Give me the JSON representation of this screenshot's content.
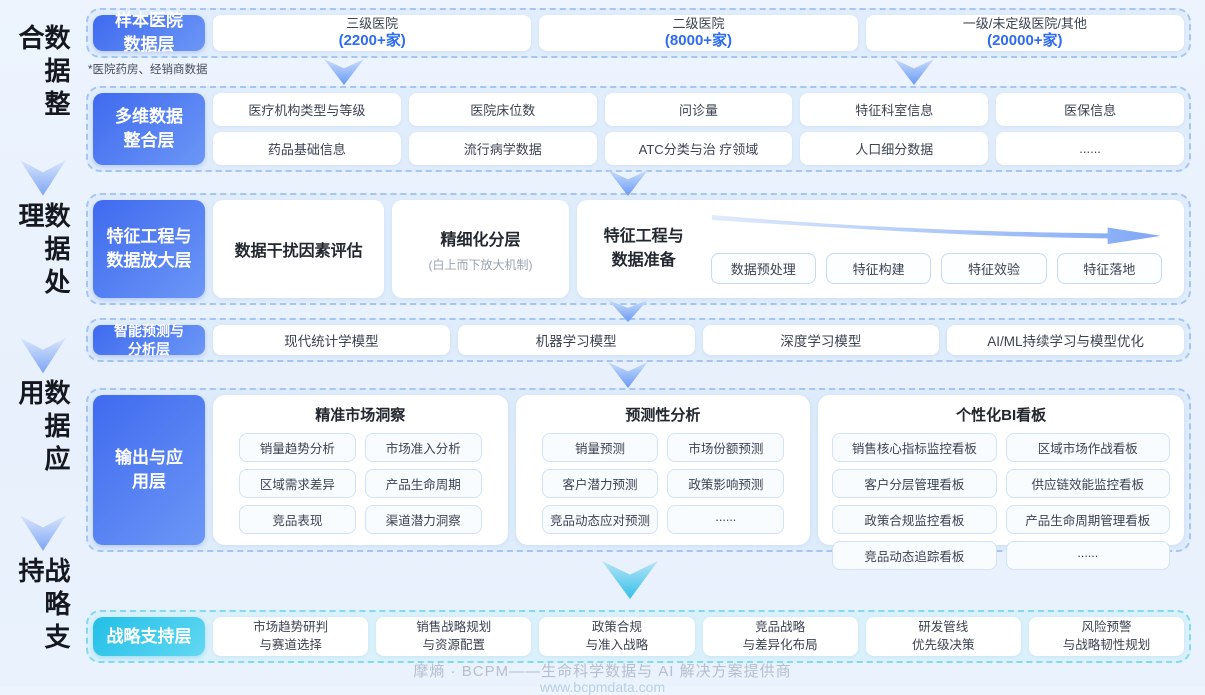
{
  "colors": {
    "accent_blue": "#2E6CF2",
    "tag_gradient": [
      "#3F6AEF",
      "#7FA6F7"
    ],
    "cyan_tag_gradient": [
      "#22BFE7",
      "#62D8F2"
    ],
    "section_border": "#A6C6F1",
    "cyan_section_border": "#84D9F0",
    "rail_text": "#15181E"
  },
  "rail": {
    "items": [
      {
        "label": "数据整合"
      },
      {
        "label": "数据处理"
      },
      {
        "label": "数据应用"
      },
      {
        "label": "战略支持"
      }
    ]
  },
  "layers": {
    "sample": {
      "tag": "样本医院\n数据层",
      "note": "*医院药房、经销商数据",
      "boxes": [
        {
          "name": "三级医院",
          "count": "(2200+家)"
        },
        {
          "name": "二级医院",
          "count": "(8000+家)"
        },
        {
          "name": "一级/未定级医院/其他",
          "count": "(20000+家)"
        }
      ]
    },
    "integration": {
      "tag": "多维数据\n整合层",
      "row1": [
        "医疗机构类型与等级",
        "医院床位数",
        "问诊量",
        "特征科室信息",
        "医保信息"
      ],
      "row2": [
        "药品基础信息",
        "流行病学数据",
        "ATC分类与治 疗领域",
        "人口细分数据",
        "......"
      ]
    },
    "feature": {
      "tag": "特征工程与\n数据放大层",
      "box1": "数据干扰因素评估",
      "box2_title": "精细化分层",
      "box2_sub": "(白上而下放大机制)",
      "box3_title": "特征工程与\n数据准备",
      "steps": [
        "数据预处理",
        "特征构建",
        "特征效验",
        "特征落地"
      ]
    },
    "model": {
      "tag": "智能预测与\n分析层",
      "boxes": [
        "现代统计学模型",
        "机器学习模型",
        "深度学习模型",
        "AI/ML持续学习与模型优化"
      ]
    },
    "output": {
      "tag": "输出与应\n用层",
      "columns": [
        {
          "title": "精准市场洞察",
          "chips": [
            "销量趋势分析",
            "市场准入分析",
            "区域需求差异",
            "产品生命周期",
            "竞品表现",
            "渠道潜力洞察"
          ]
        },
        {
          "title": "预测性分析",
          "chips": [
            "销量预测",
            "市场份额预测",
            "客户潜力预测",
            "政策影响预测",
            "竞品动态应对预测",
            "......"
          ]
        },
        {
          "title": "个性化BI看板",
          "chips": [
            "销售核心指标监控看板",
            "区域市场作战看板",
            "客户分层管理看板",
            "供应链效能监控看板",
            "政策合规监控看板",
            "产品生命周期管理看板",
            "竞品动态追踪看板",
            "......"
          ]
        }
      ]
    },
    "strategy": {
      "tag": "战略支持层",
      "boxes": [
        "市场趋势研判\n与赛道选择",
        "销售战略规划\n与资源配置",
        "政策合规\n与准入战略",
        "竞品战略\n与差异化布局",
        "研发管线\n优先级决策",
        "风险预警\n与战略韧性规划"
      ]
    }
  },
  "footer": {
    "line1": "摩熵 · BCPM——生命科学数据与 AI 解决方案提供商",
    "line2": "www.bcpmdata.com"
  }
}
